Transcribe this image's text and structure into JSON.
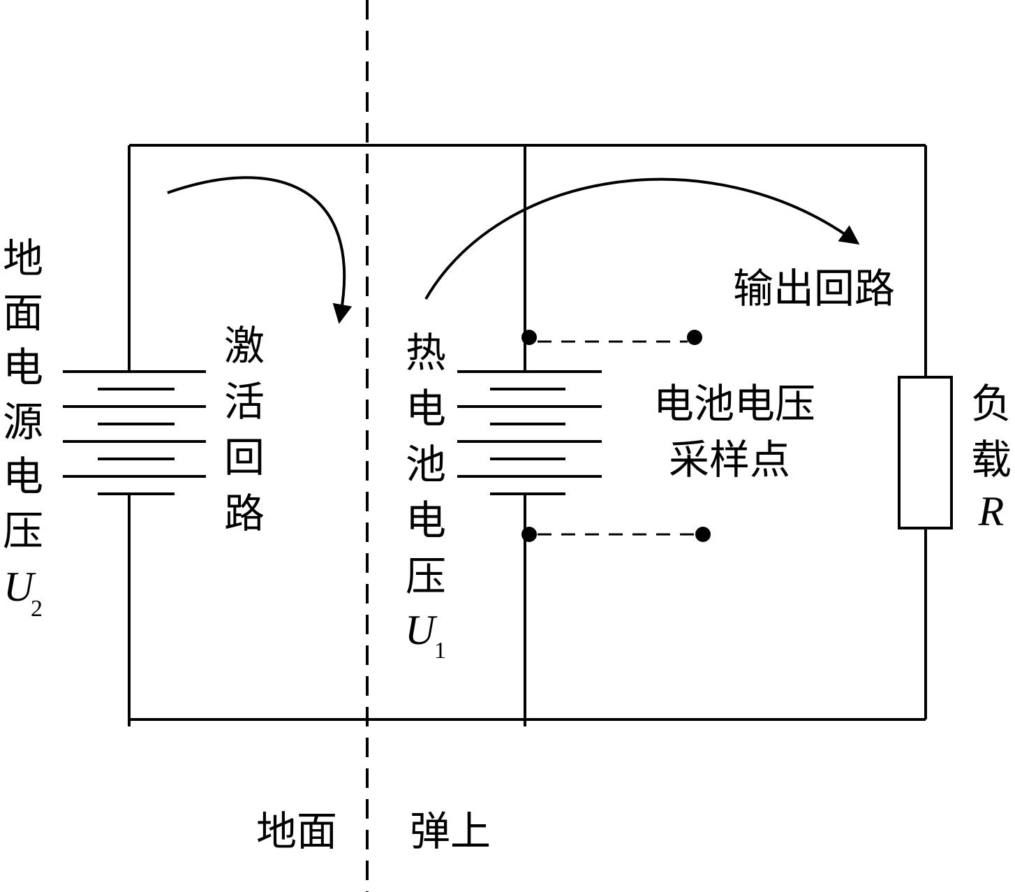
{
  "ground_source": {
    "label_chars": [
      "地",
      "面",
      "电",
      "源",
      "电",
      "压"
    ],
    "symbol": "U",
    "subscript": "2"
  },
  "activation_loop": {
    "label_chars": [
      "激",
      "活",
      "回",
      "路"
    ]
  },
  "thermal_battery": {
    "label_chars": [
      "热",
      "电",
      "池",
      "电",
      "压"
    ],
    "symbol": "U",
    "subscript": "1"
  },
  "output_loop": {
    "label": "输出回路"
  },
  "sampling": {
    "line1": "电池电压",
    "line2": "采样点"
  },
  "load": {
    "label_chars": [
      "负",
      "载"
    ],
    "symbol": "R"
  },
  "regions": {
    "left": "地面",
    "right": "弹上"
  }
}
